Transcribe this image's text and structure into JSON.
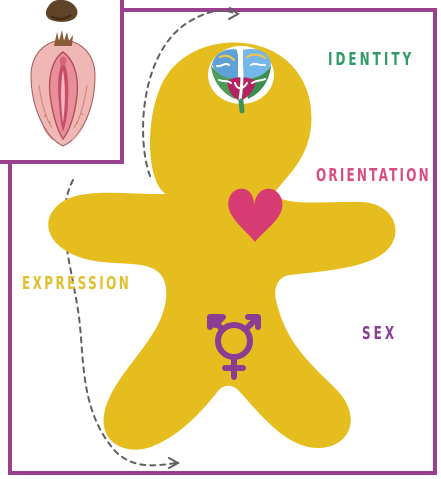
{
  "labels": {
    "identity": "IDENTITY",
    "orientation": "ORIENTATION",
    "expression": "EXPRESSION",
    "sex": "SEX"
  },
  "colors": {
    "frame": "#9b3f8f",
    "body": "#e5bd1f",
    "identity": "#2f9a68",
    "orientation": "#d84e82",
    "expression": "#e1bf2d",
    "sex": "#8b3c93",
    "heart": "#d63b72",
    "dashed_path": "#606060"
  },
  "icons": {
    "brain": "brain-icon",
    "heart": "heart-icon",
    "sex_symbol": "transgender-symbol-icon",
    "inset": "anatomy-illustration"
  }
}
